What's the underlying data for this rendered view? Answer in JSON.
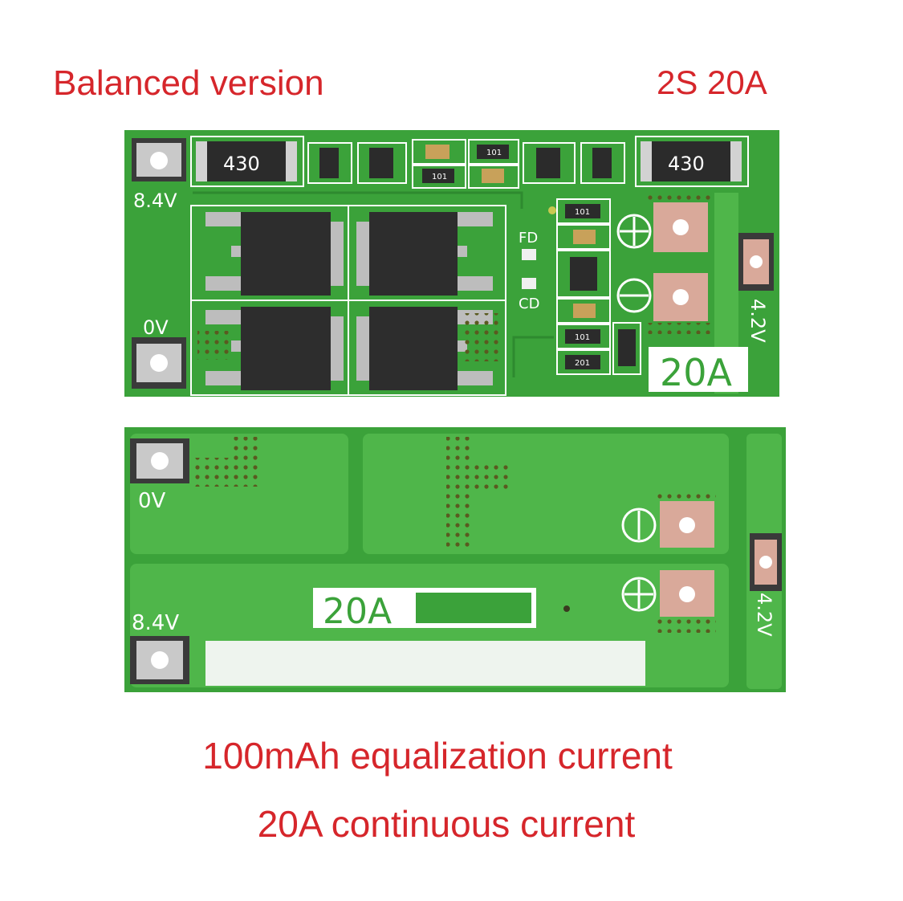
{
  "captions": {
    "title_left": "Balanced version",
    "title_right": "2S 20A",
    "line1": "100mAh equalization current",
    "line2": "20A continuous current"
  },
  "front_board": {
    "label_b_plus": "8.4V",
    "label_b_minus": "0V",
    "label_mid": "4.2V",
    "label_fd": "FD",
    "label_cd": "CD",
    "rating": "20A",
    "resistor_code": "430",
    "small_resistor_code_a": "101",
    "small_resistor_code_b": "201"
  },
  "back_board": {
    "label_b_minus": "0V",
    "label_b_plus": "8.4V",
    "label_mid": "4.2V",
    "rating": "20A"
  },
  "colors": {
    "caption_red": "#d6262b",
    "pcb_green": "#3ba23a",
    "pcb_light": "#4fb64a",
    "pcb_dark": "#2e8a2f",
    "copper_pad": "#d9a99a",
    "silver_pad": "#c9c9c9",
    "mosfet": "#2d2d2d"
  }
}
